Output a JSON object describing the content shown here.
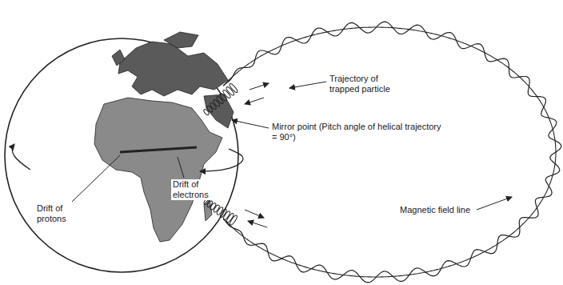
{
  "diagram": {
    "labels": [
      "Trajectory of trapped particle",
      "Mirror point (Pitch angle of helical trajectory = 90°)",
      "Drift of electrons",
      "Drift of protons",
      "Magnetic field line"
    ]
  }
}
